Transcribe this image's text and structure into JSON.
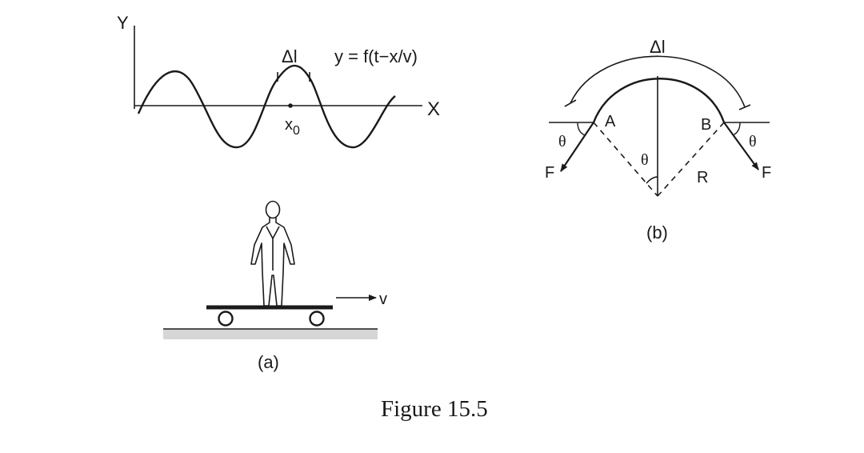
{
  "caption": "Figure 15.5",
  "panel_a": {
    "label": "(a)",
    "y_axis_label": "Y",
    "x_axis_label": "X",
    "equation": "y = f(t−x/v)",
    "delta_l_label": "Δl",
    "x0_base": "x",
    "x0_sub": "0",
    "velocity_label": "v"
  },
  "panel_b": {
    "label": "(b)",
    "arc_label": "Δl",
    "point_a": "A",
    "point_b": "B",
    "radius_label": "R",
    "center_angle": "θ",
    "left_angle": "θ",
    "right_angle": "θ",
    "left_force": "F",
    "right_force": "F"
  }
}
